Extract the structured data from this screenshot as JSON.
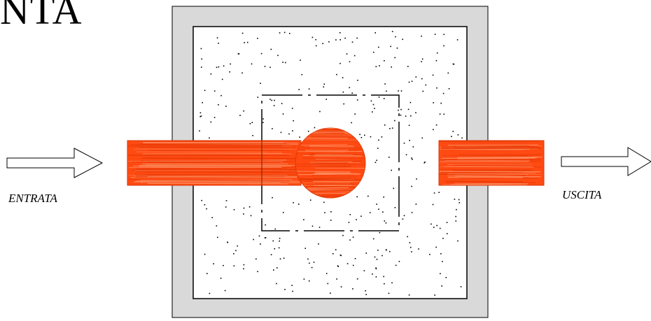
{
  "diagram": {
    "title_fragment": "NTA",
    "inlet_label": "ENTRATA",
    "outlet_label": "USCITA",
    "colors": {
      "frame": "#d9d9d9",
      "pipe": "#ff4a12",
      "pipe_streak": "#ff8a5c",
      "outline": "#000000",
      "background": "#ffffff"
    }
  }
}
